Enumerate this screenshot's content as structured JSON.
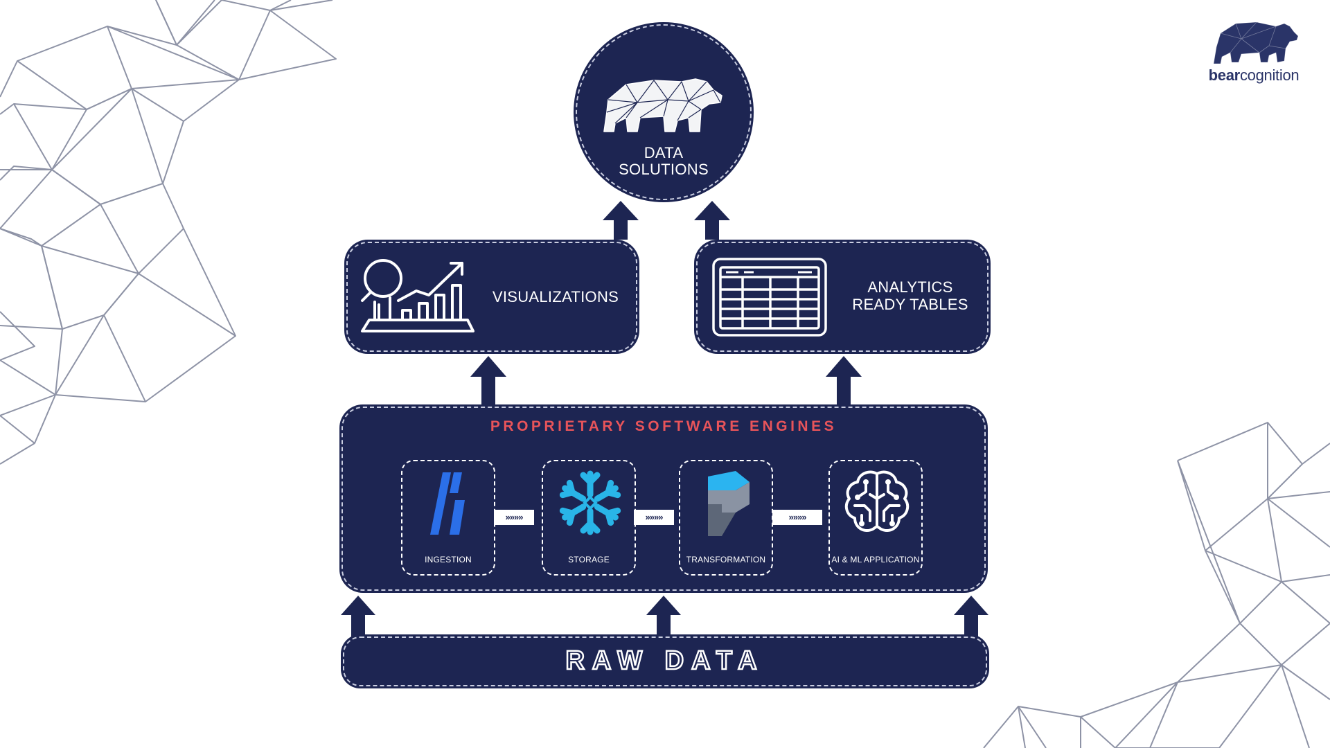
{
  "brand": {
    "name_part1": "bear",
    "name_part2": "cognition",
    "logo_icon": "bear-icon",
    "color": "#2a3468"
  },
  "colors": {
    "navy": "#1d2552",
    "accent_red": "#e8545a",
    "line_gray": "#8e93a6",
    "white": "#ffffff"
  },
  "top_node": {
    "line1": "DATA",
    "line2": "SOLUTIONS",
    "icon": "polygon-bear-icon"
  },
  "outputs": [
    {
      "label": "VISUALIZATIONS",
      "icon": "analytics-chart-icon"
    },
    {
      "line1": "ANALYTICS",
      "line2": "READY TABLES",
      "icon": "table-icon"
    }
  ],
  "engines": {
    "title": "PROPRIETARY SOFTWARE ENGINES",
    "items": [
      {
        "label": "INGESTION",
        "icon": "ingestion-logo-icon"
      },
      {
        "label": "STORAGE",
        "icon": "snowflake-icon"
      },
      {
        "label": "TRANSFORMATION",
        "icon": "transformation-logo-icon"
      },
      {
        "label": "AI & ML APPLICATION",
        "icon": "brain-circuit-icon"
      }
    ],
    "connector_glyph": "»»»»"
  },
  "raw": {
    "label": "RAW DATA"
  }
}
